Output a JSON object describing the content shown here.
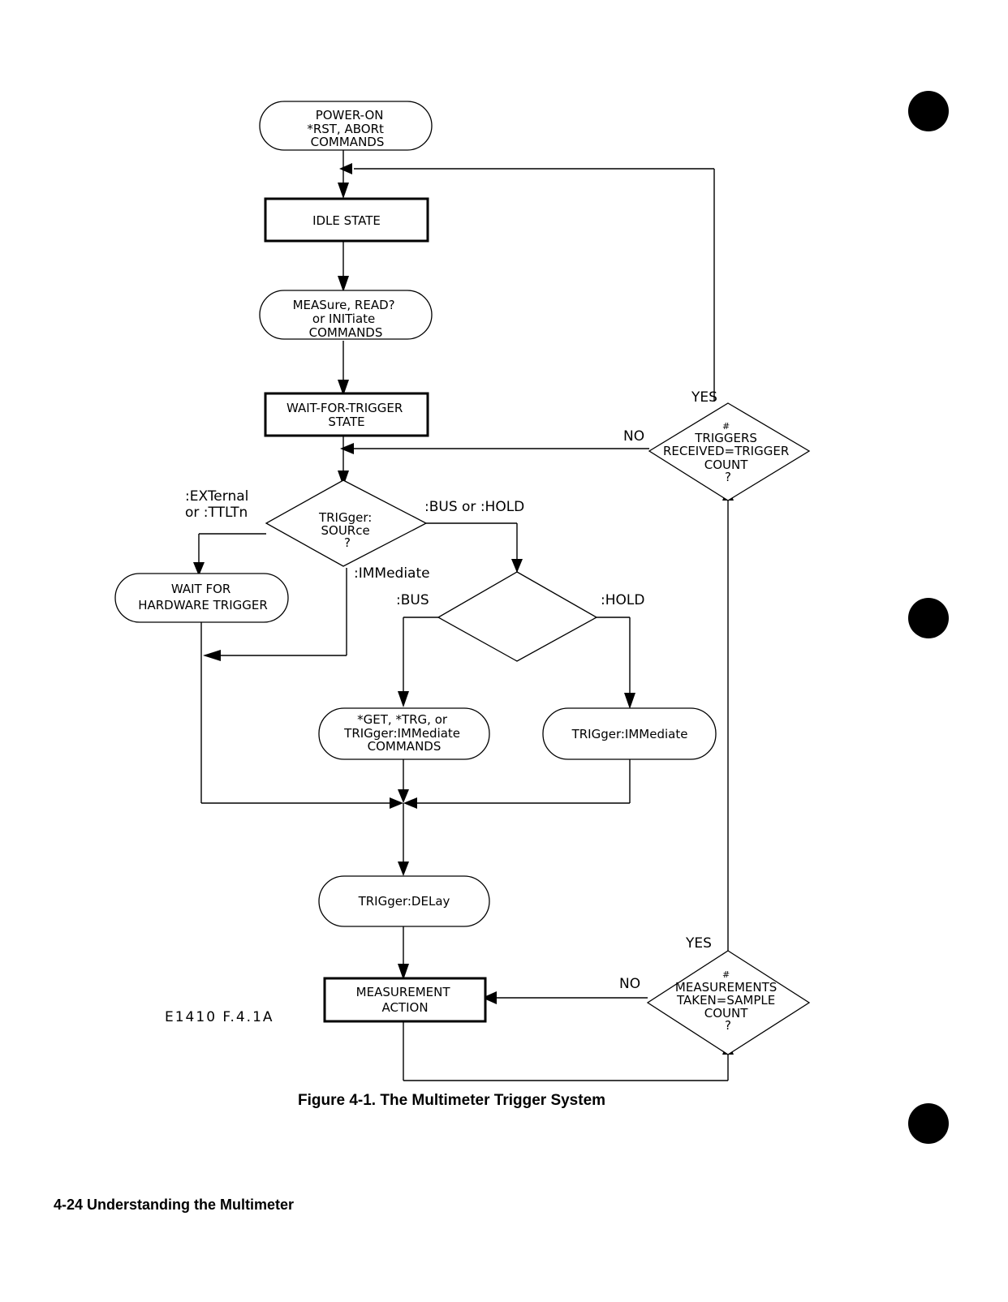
{
  "nodes": {
    "power_on": [
      "POWER-ON",
      "*RST, ABORt",
      "COMMANDS"
    ],
    "idle": [
      "IDLE STATE"
    ],
    "measure_cmds": [
      "MEASure, READ?",
      "or INITiate",
      "COMMANDS"
    ],
    "wait_trigger_state": [
      "WAIT-FOR-TRIGGER",
      "STATE"
    ],
    "trig_source": [
      "TRIGger:",
      "SOURce",
      "?"
    ],
    "wait_hw": [
      "WAIT FOR",
      "HARDWARE TRIGGER"
    ],
    "get_cmds": [
      "*GET, *TRG, or",
      "TRIGger:IMMediate",
      "COMMANDS"
    ],
    "trig_imm": [
      "TRIGger:IMMediate"
    ],
    "trig_delay": [
      "TRIGger:DELay"
    ],
    "meas_action": [
      "MEASUREMENT",
      "ACTION"
    ],
    "meas_decision": [
      "#",
      "MEASUREMENTS",
      "TAKEN=SAMPLE",
      "COUNT",
      "?"
    ],
    "trig_decision": [
      "#",
      "TRIGGERS",
      "RECEIVED=TRIGGER",
      "COUNT",
      "?"
    ]
  },
  "edge_labels": {
    "external": [
      ":EXTernal",
      "or :TTLTn"
    ],
    "bus_or_hold": ":BUS or :HOLD",
    "immediate": ":IMMediate",
    "bus": ":BUS",
    "hold": ":HOLD",
    "yes_top": "YES",
    "no_top": "NO",
    "yes_bottom": "YES",
    "no_bottom": "NO"
  },
  "figure_code": "E1410 F.4.1A",
  "caption": "Figure 4-1.  The Multimeter Trigger System",
  "footer": "4-24  Understanding the Multimeter",
  "colors": {
    "ink": "#000000",
    "paper": "#ffffff"
  }
}
